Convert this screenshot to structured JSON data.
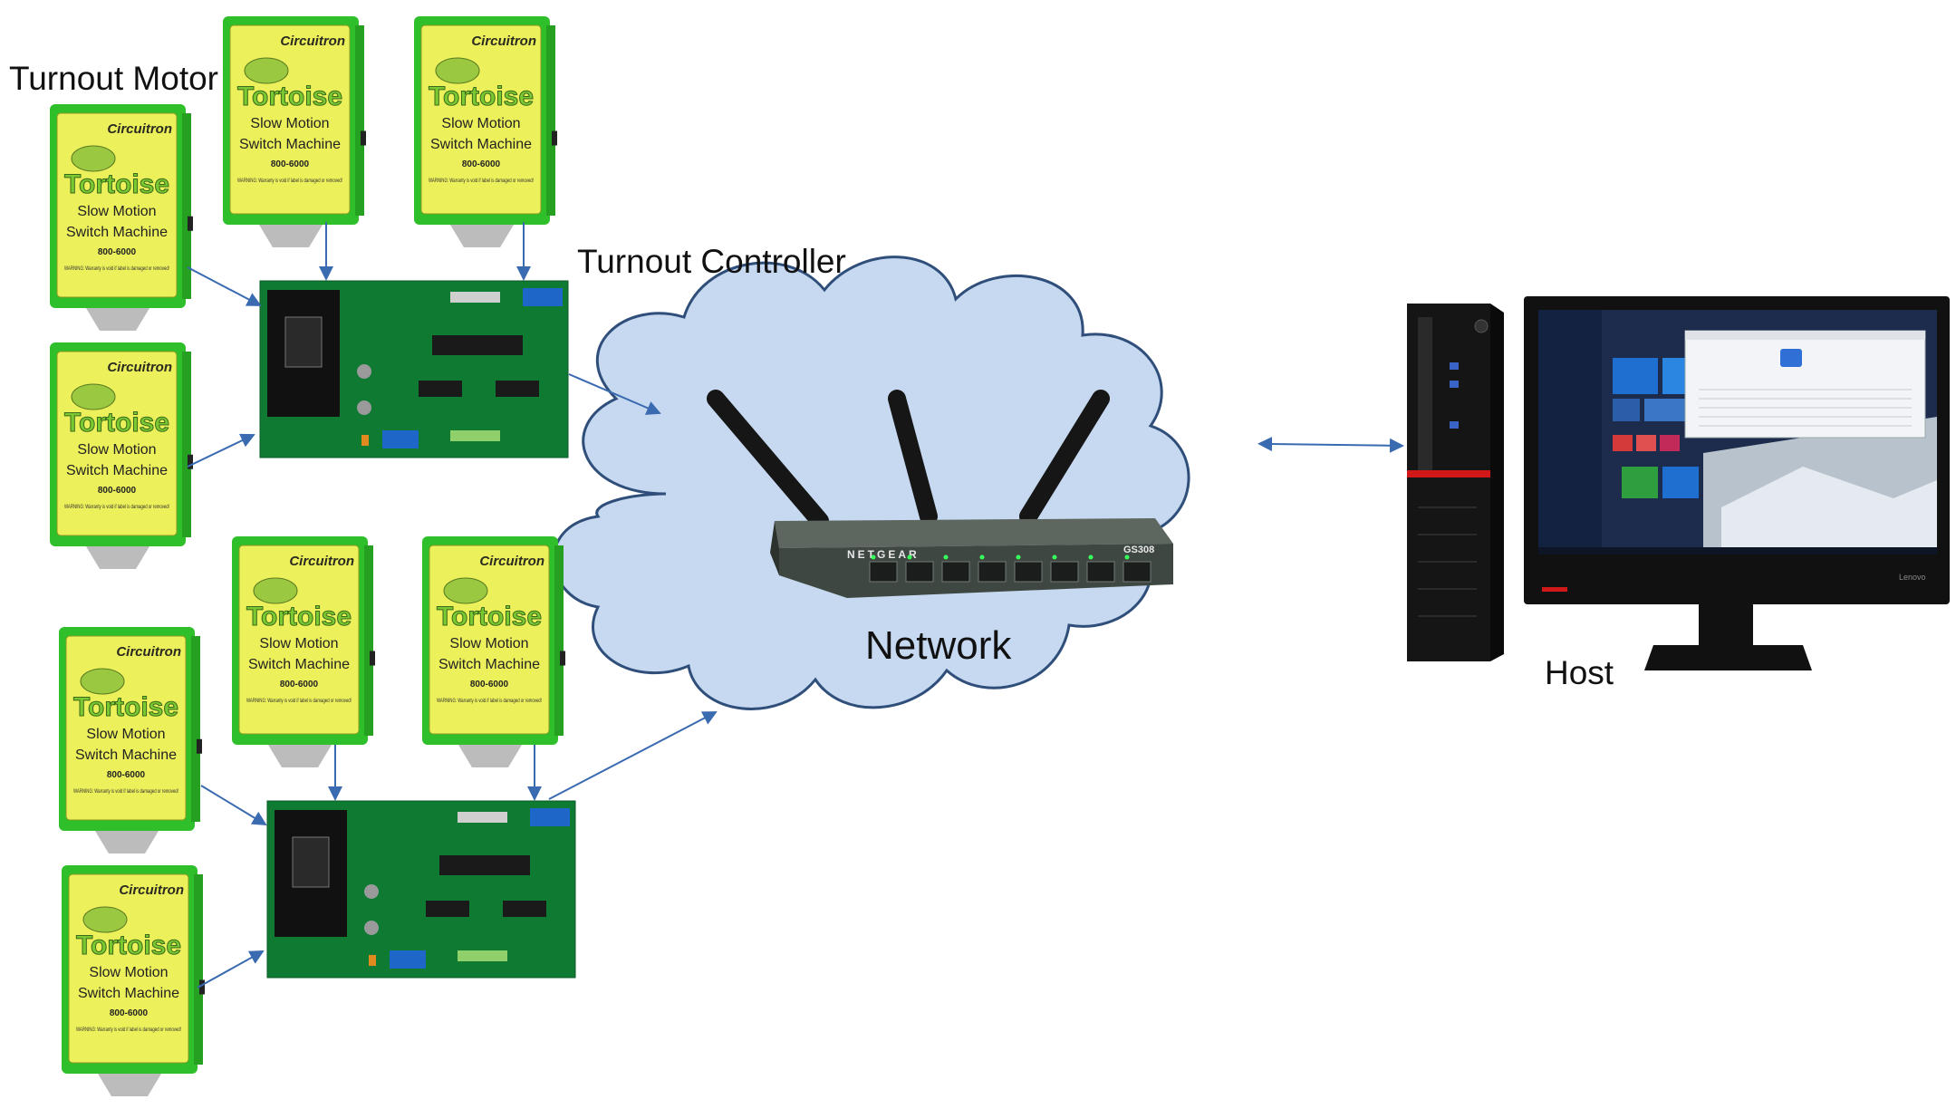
{
  "labels": {
    "turnout_motor": "Turnout Motor",
    "turnout_controller": "Turnout Controller",
    "network": "Network",
    "host": "Host"
  },
  "motor_label": {
    "brand": "Circuitron",
    "product": "Tortoise",
    "line1": "Slow Motion",
    "line2": "Switch Machine",
    "part": "800-6000",
    "warning": "WARNING: Warranty is void if label is damaged or removed!"
  },
  "router_label": {
    "brand": "NETGEAR",
    "model": "GS308"
  },
  "monitor_label": {
    "brand": "Lenovo"
  },
  "colors": {
    "motor_body": "#2fbf2a",
    "motor_label": "#ecf05a",
    "pcb": "#0f7a32",
    "cloud_fill": "#c6d9f0",
    "cloud_stroke": "#2f4e7a",
    "arrow": "#3a6ab0",
    "pc_case": "#141414",
    "accent_red": "#d01818"
  }
}
